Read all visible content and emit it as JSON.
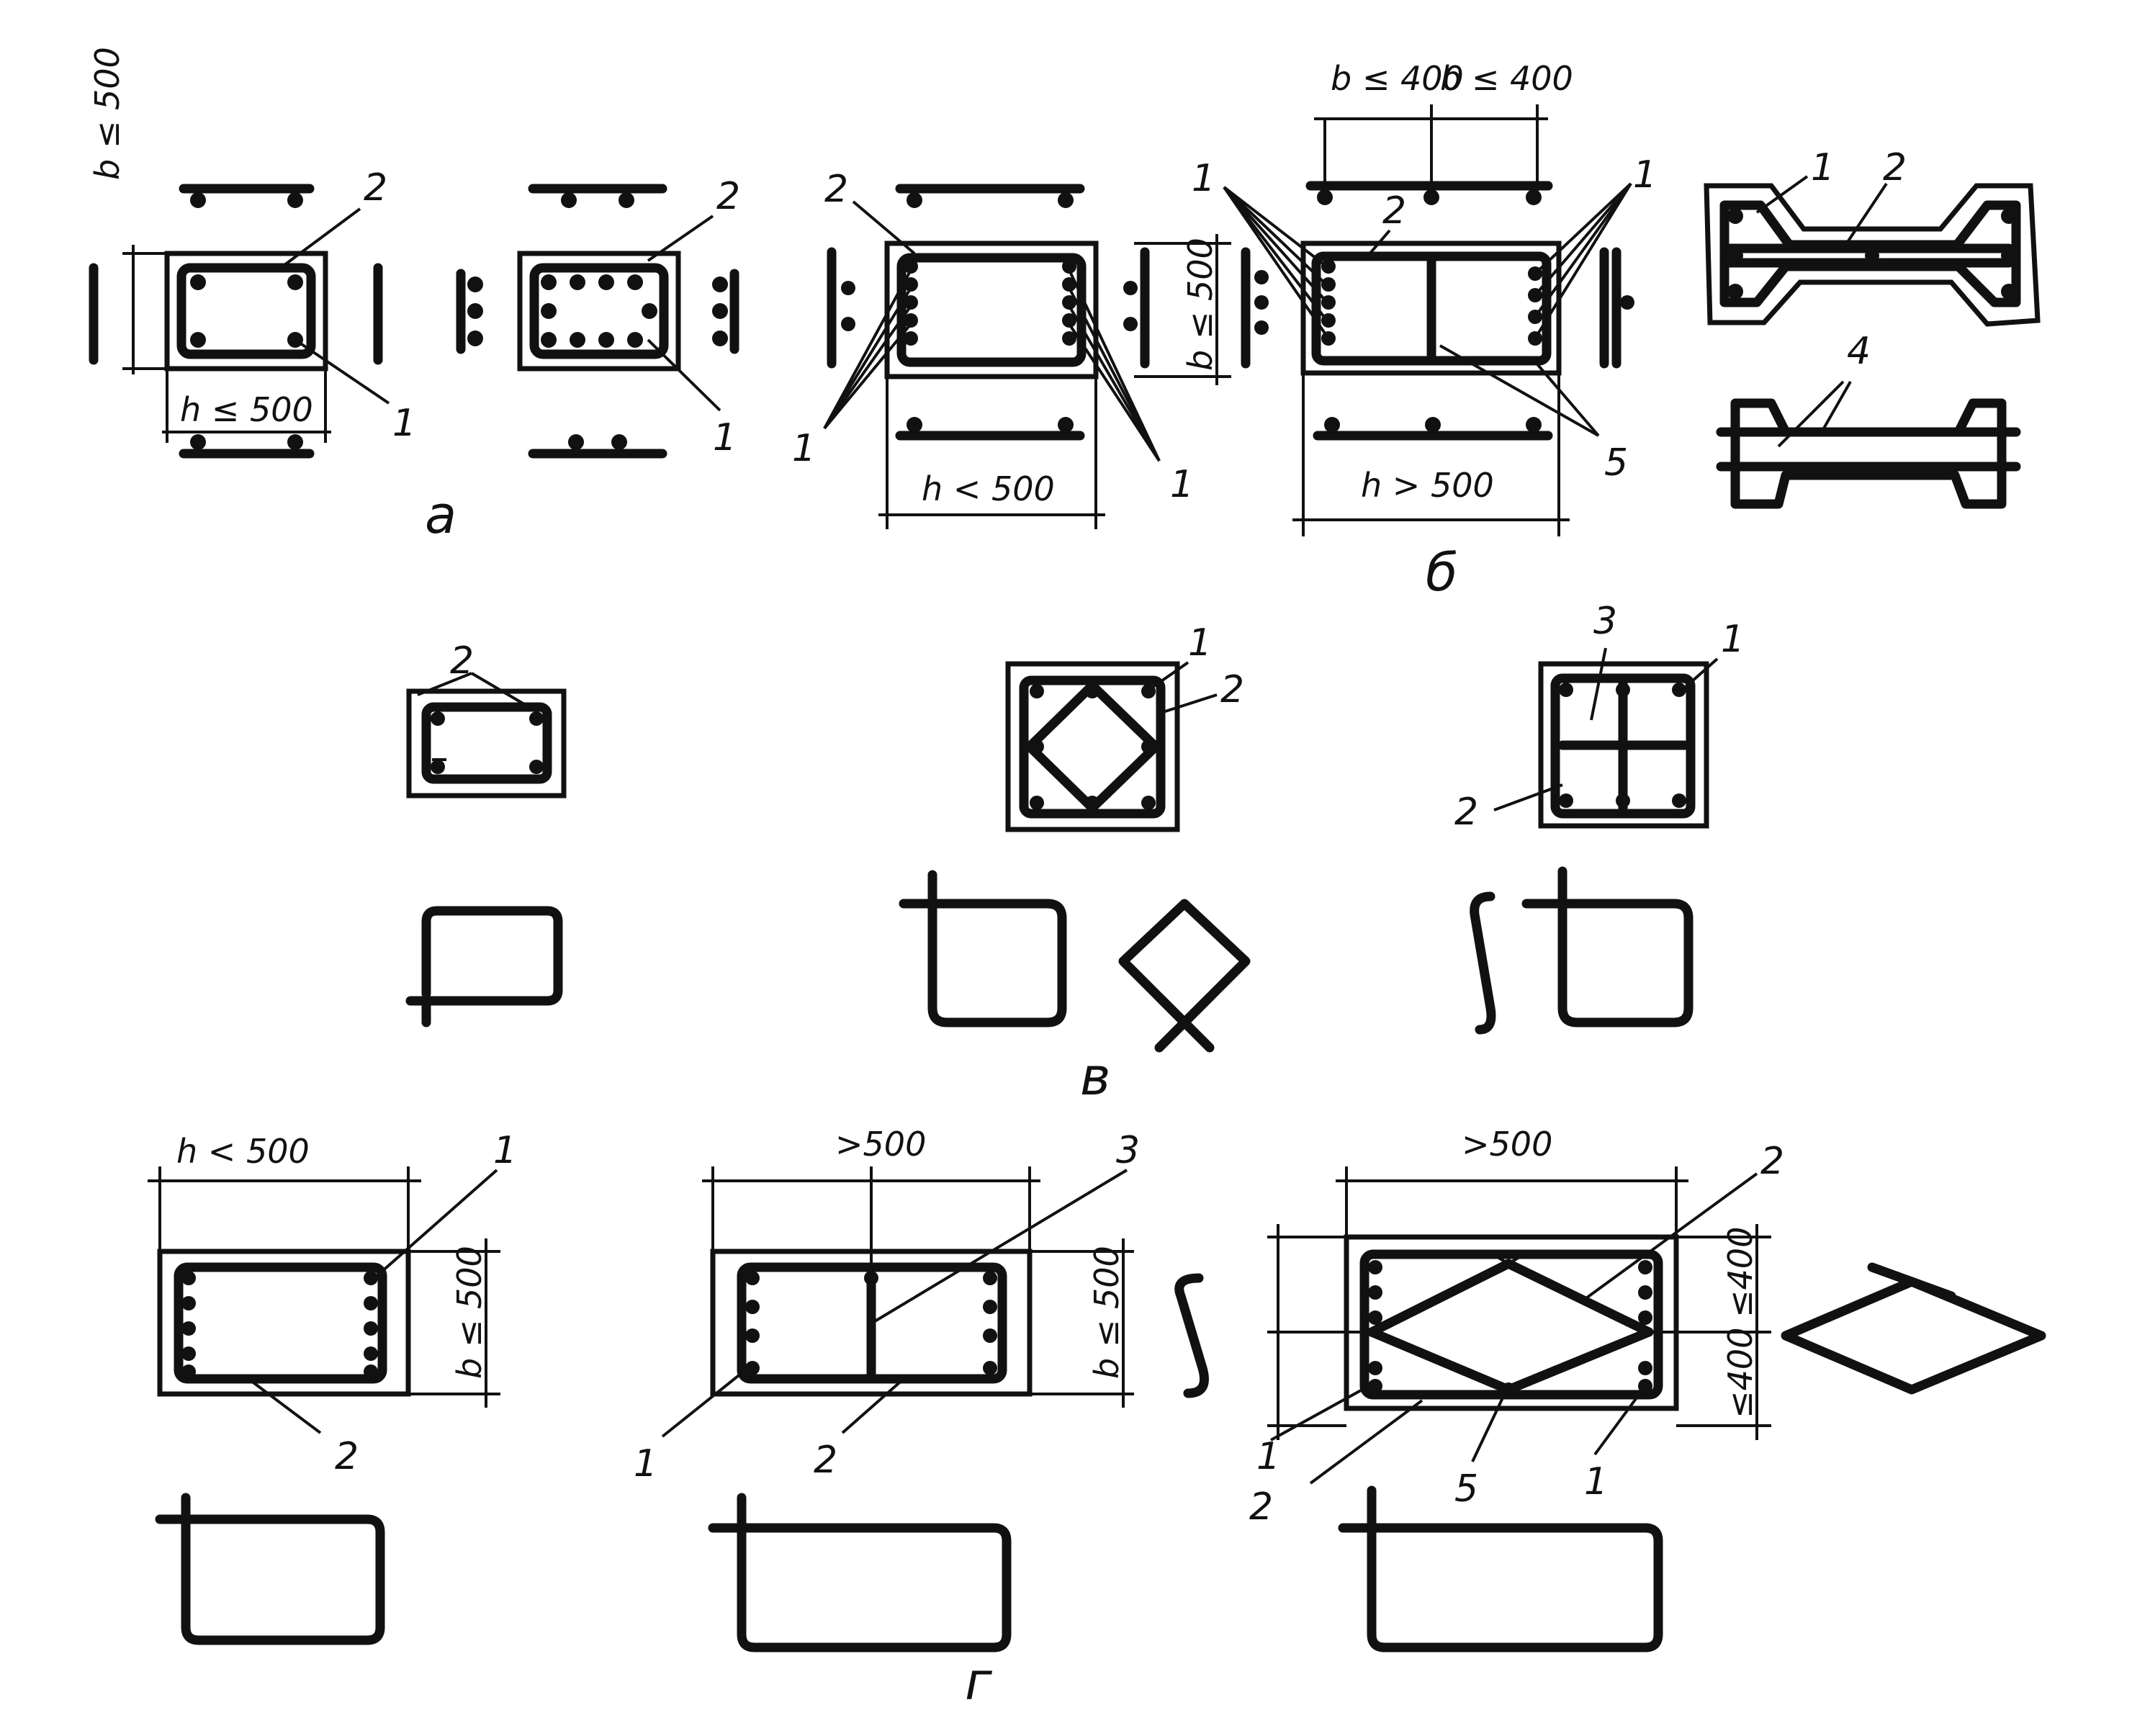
{
  "labels": {
    "one": "1",
    "two": "2",
    "three": "3",
    "four": "4",
    "five": "5"
  },
  "dimensions": {
    "b_le_500": "b ≤ 500",
    "h_le_500": "h ≤ 500",
    "h_lt_500": "h < 500",
    "h_gt_500": "h > 500",
    "b_le_400": "b ≤ 400",
    "gt_500": ">500",
    "le_400": "≤400",
    "le_400b": "≤400"
  },
  "captions": {
    "a": "а",
    "b": "б",
    "v": "в",
    "g": "г"
  }
}
